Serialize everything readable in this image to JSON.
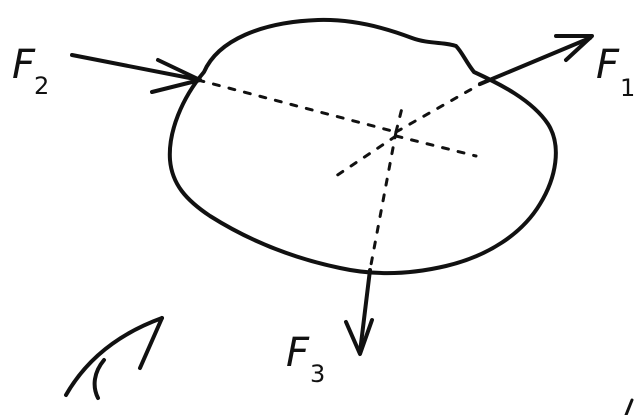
{
  "diagram": {
    "forces": [
      {
        "symbol": "F",
        "subscript": "1"
      },
      {
        "symbol": "F",
        "subscript": "2"
      },
      {
        "symbol": "F",
        "subscript": "3"
      }
    ]
  }
}
